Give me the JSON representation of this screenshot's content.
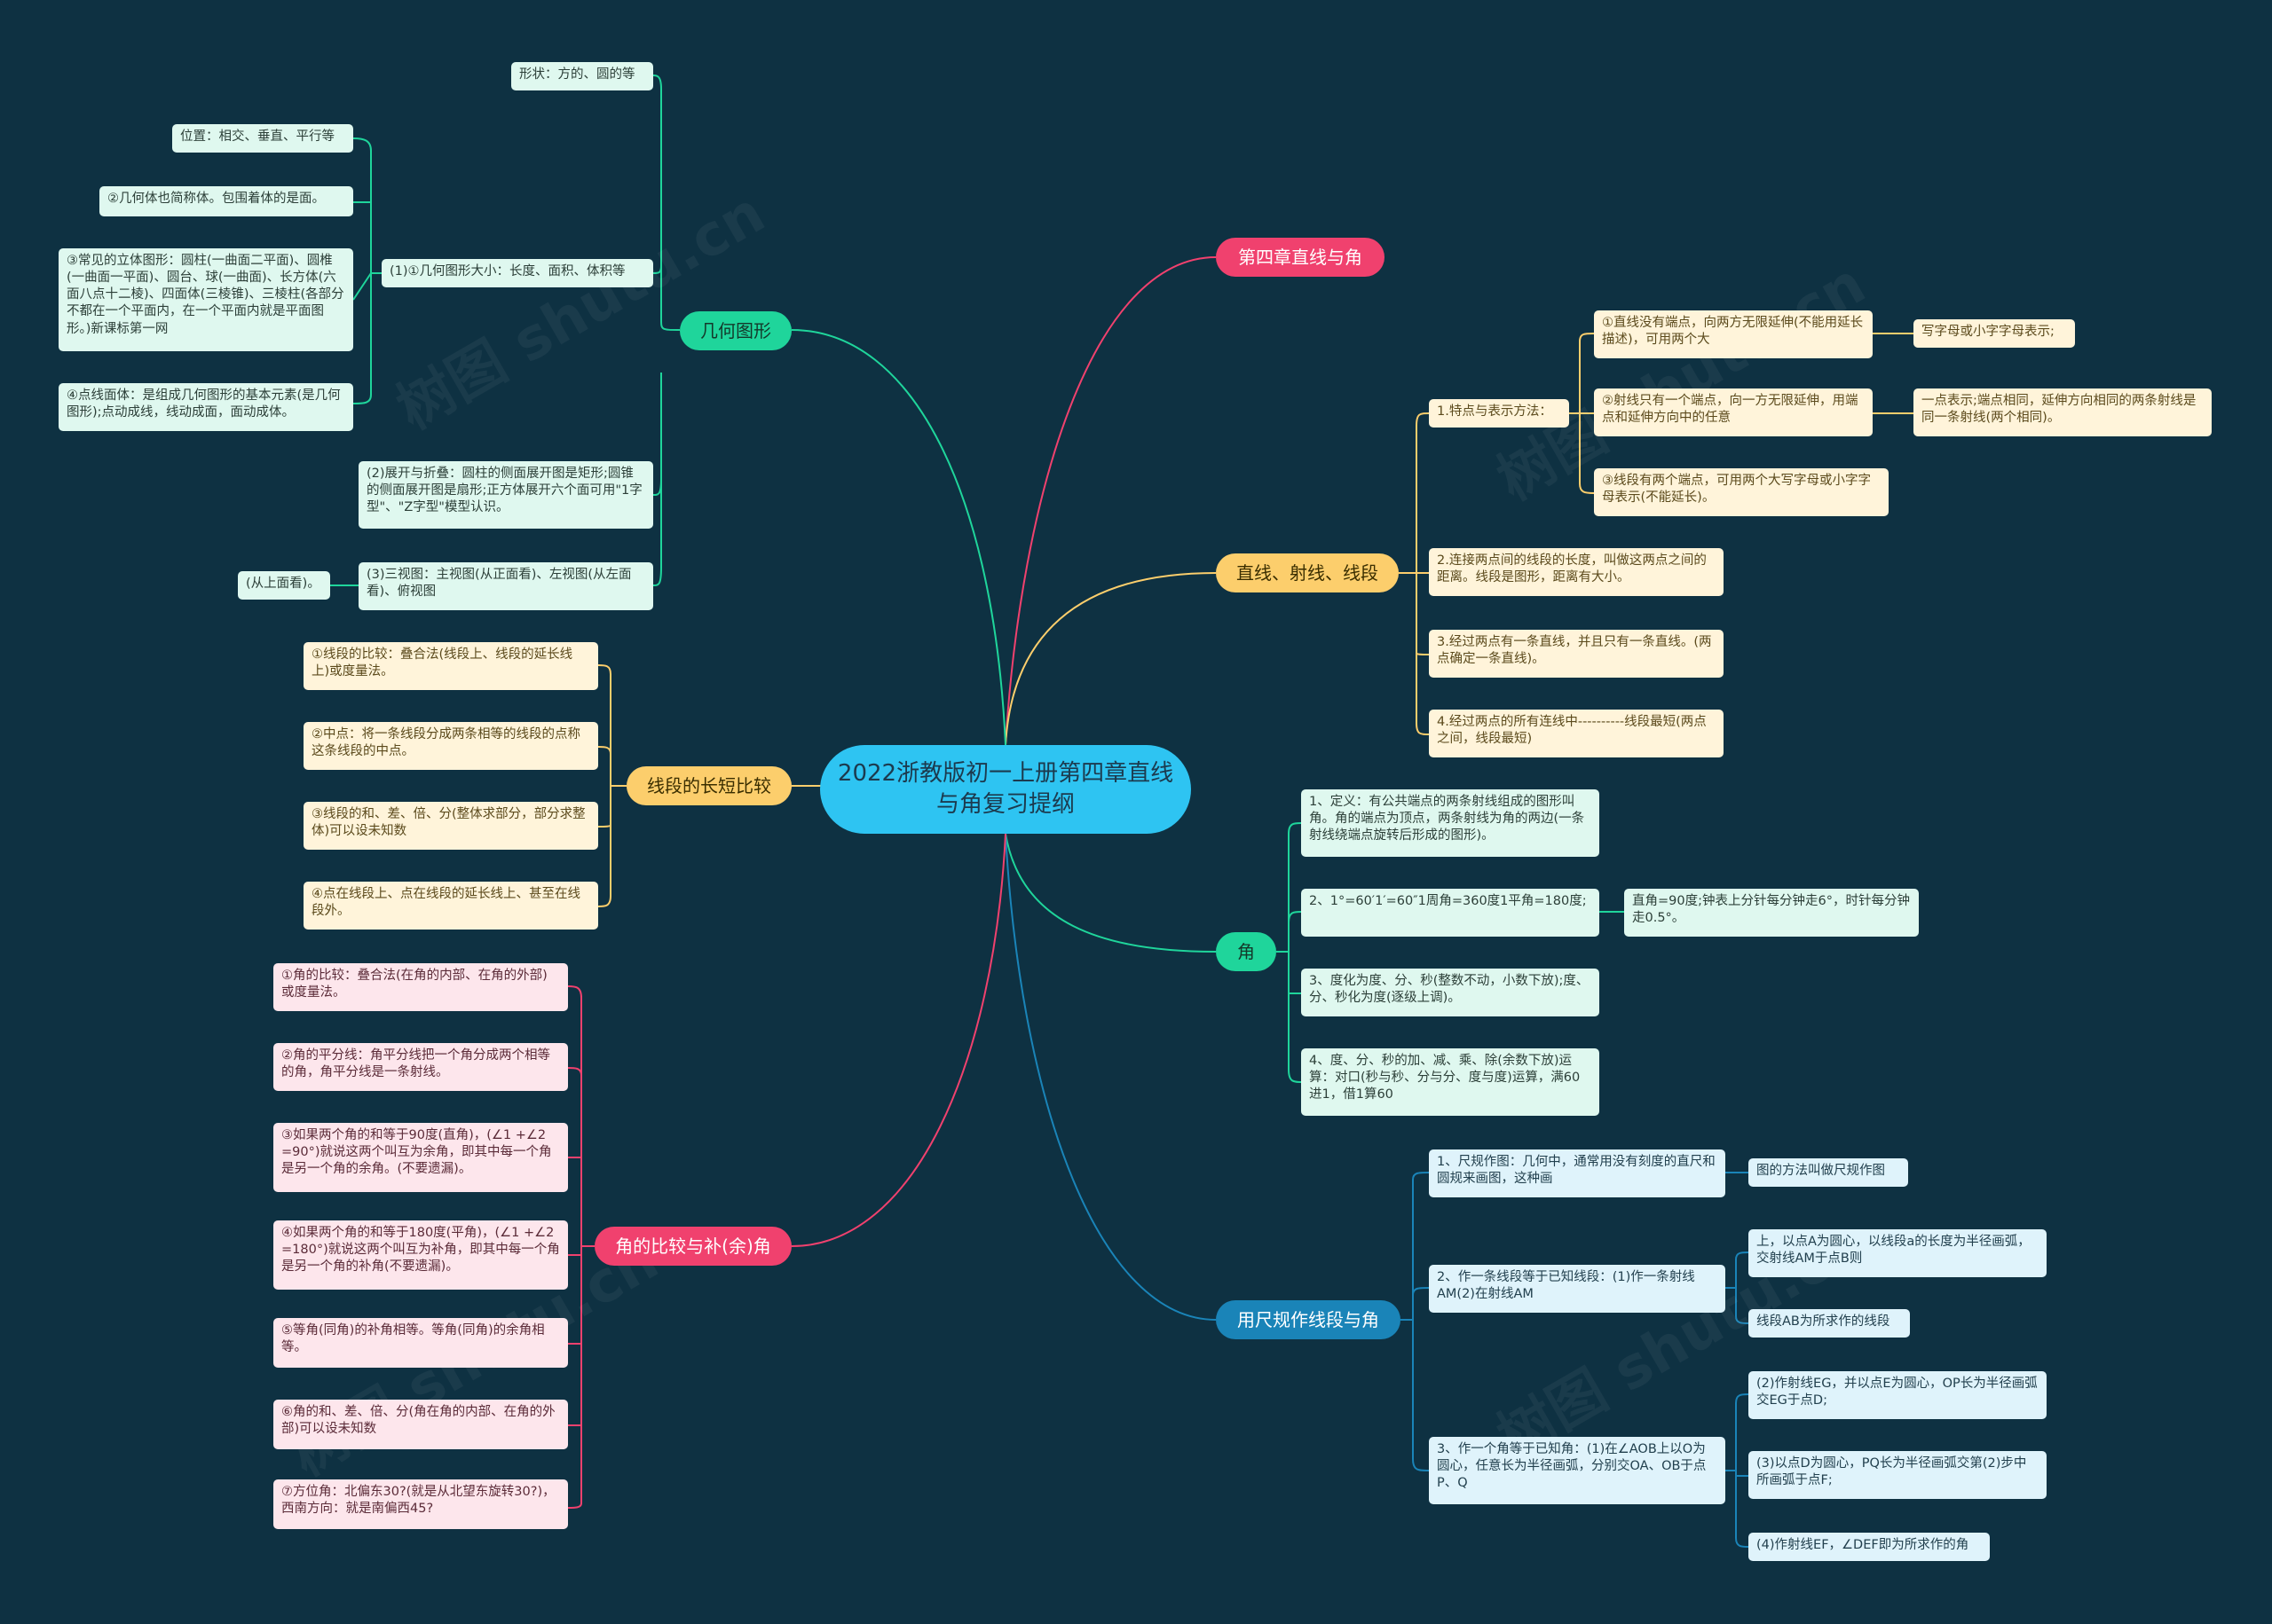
{
  "center": "2022浙教版初一上册第四章直线与角复习提纲",
  "branches": {
    "chapter": "第四章直线与角",
    "geometry": "几何图形",
    "lines": "直线、射线、线段",
    "segment_compare": "线段的长短比较",
    "angle": "角",
    "angle_compare": "角的比较与补(余)角",
    "ruler": "用尺规作线段与角"
  },
  "geometry": {
    "shape": "形状：方的、圆的等",
    "size": "(1)①几何图形大小：长度、面积、体积等",
    "position": "位置：相交、垂直、平行等",
    "solid_surface": "②几何体也简称体。包围着体的是面。",
    "common_solids": "③常见的立体图形：圆柱(一曲面二平面)、圆椎(一曲面一平面)、圆台、球(一曲面)、长方体(六面八点十二棱)、四面体(三棱锥)、三棱柱(各部分不都在一个平面内，在一个平面内就是平面图形。)新课标第一网",
    "point_line": "④点线面体：是组成几何图形的基本元素(是几何图形);点动成线，线动成面，面动成体。",
    "unfold": "(2)展开与折叠：圆柱的侧面展开图是矩形;圆锥的侧面展开图是扇形;正方体展开六个面可用\"1字型\"、\"Z字型\"模型认识。",
    "views": "(3)三视图：主视图(从正面看)、左视图(从左面看)、俯视图",
    "top_view": "(从上面看)。"
  },
  "lines": {
    "features": "1.特点与表示方法：",
    "line": "①直线没有端点，向两方无限延伸(不能用延长描述)，可用两个大",
    "line_note": "写字母或小字字母表示;",
    "ray": "②射线只有一个端点，向一方无限延伸，用端点和延伸方向中的任意",
    "ray_note": "一点表示;端点相同，延伸方向相同的两条射线是同一条射线(两个相同)。",
    "segment": "③线段有两个端点，可用两个大写字母或小字字母表示(不能延长)。",
    "distance": "2.连接两点间的线段的长度，叫做这两点之间的距离。线段是图形，距离有大小。",
    "two_points": "3.经过两点有一条直线，并且只有一条直线。(两点确定一条直线)。",
    "shortest": "4.经过两点的所有连线中----------线段最短(两点之间，线段最短)"
  },
  "segment_compare": {
    "compare": "①线段的比较：叠合法(线段上、线段的延长线上)或度量法。",
    "midpoint": "②中点：将一条线段分成两条相等的线段的点称这条线段的中点。",
    "operations": "③线段的和、差、倍、分(整体求部分，部分求整体)可以设未知数",
    "point_position": "④点在线段上、点在线段的延长线上、甚至在线段外。"
  },
  "angle": {
    "definition": "1、定义：有公共端点的两条射线组成的图形叫角。角的端点为顶点，两条射线为角的两边(一条射线绕端点旋转后形成的图形)。",
    "units": "2、1°=60′1′=60″1周角=360度1平角=180度;",
    "clock": "直角=90度;钟表上分针每分钟走6°，时针每分钟走0.5°。",
    "conversion": "3、度化为度、分、秒(整数不动，小数下放);度、分、秒化为度(逐级上调)。",
    "arithmetic": "4、度、分、秒的加、减、乘、除(余数下放)运算：对口(秒与秒、分与分、度与度)运算，满60进1，借1算60"
  },
  "angle_compare": {
    "compare": "①角的比较：叠合法(在角的内部、在角的外部)或度量法。",
    "bisector": "②角的平分线：角平分线把一个角分成两个相等的角，角平分线是一条射线。",
    "complement": "③如果两个角的和等于90度(直角)，(∠1 +∠2 =90°)就说这两个叫互为余角，即其中每一个角是另一个角的余角。(不要遗漏)。",
    "supplement": "④如果两个角的和等于180度(平角)，(∠1 +∠2 =180°)就说这两个叫互为补角，即其中每一个角是另一个角的补角(不要遗漏)。",
    "equal": "⑤等角(同角)的补角相等。等角(同角)的余角相等。",
    "operations": "⑥角的和、差、倍、分(角在角的内部、在角的外部)可以设未知数",
    "bearing": "⑦方位角：北偏东30?(就是从北望东旋转30?)，西南方向：就是南偏西45?"
  },
  "ruler": {
    "drawing": "1、尺规作图：几何中，通常用没有刻度的直尺和圆规来画图，这种画",
    "drawing_note": "图的方法叫做尺规作图",
    "copy_segment": "2、作一条线段等于已知线段：(1)作一条射线AM(2)在射线AM",
    "seg_step1": "上，以点A为圆心，以线段a的长度为半径画弧，交射线AM于点B则",
    "seg_step2": "线段AB为所求作的线段",
    "copy_angle": "3、作一个角等于已知角：(1)在∠AOB上以O为圆心，任意长为半径画弧，分别交OA、OB于点P、Q",
    "ang_step2": "(2)作射线EG，并以点E为圆心，OP长为半径画弧交EG于点D;",
    "ang_step3": "(3)以点D为圆心，PQ长为半径画弧交第(2)步中所画弧于点F;",
    "ang_step4": "(4)作射线EF，∠DEF即为所求作的角"
  },
  "watermark": "树图 shutu.cn",
  "colors": {
    "background": "#0e3142",
    "center": "#2ec4f2",
    "pink": "#f0416e",
    "green": "#1fd59b",
    "yellow": "#fcce6c",
    "blue": "#1a84b8"
  }
}
